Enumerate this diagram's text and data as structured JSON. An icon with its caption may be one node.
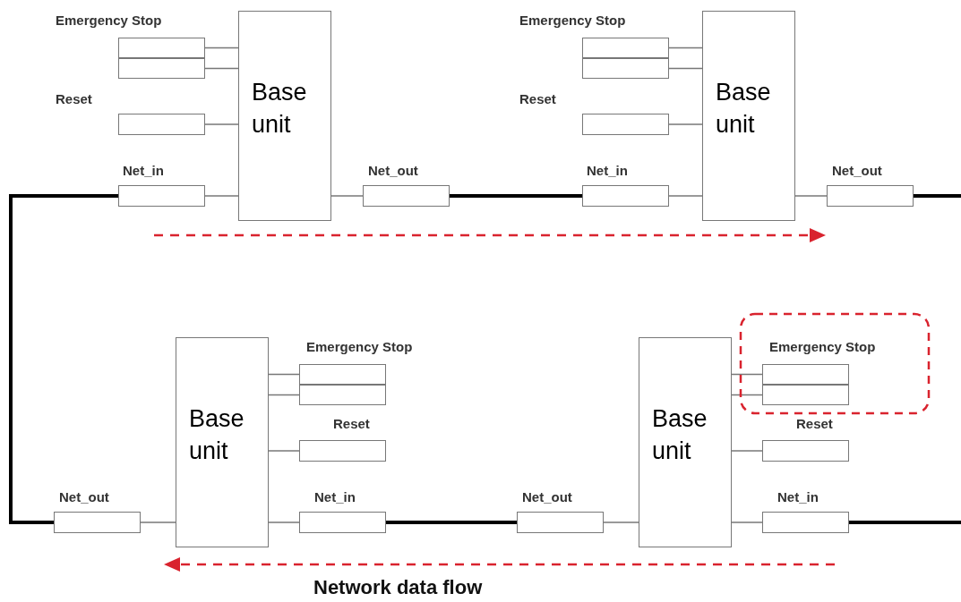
{
  "diagram": {
    "nodes": [
      {
        "text": [
          "Base unit"
        ]
      },
      {
        "text": [
          "Emergency Stop"
        ]
      },
      {
        "text": [
          "Reset"
        ]
      },
      {
        "text": [
          "Net_in"
        ]
      },
      {
        "text": [
          "Net_out"
        ]
      },
      {
        "text": [
          "Base unit"
        ]
      },
      {
        "text": [
          "Emergency Stop"
        ]
      },
      {
        "text": [
          "Reset"
        ]
      },
      {
        "text": [
          "Net_in"
        ]
      },
      {
        "text": [
          "Net_out"
        ]
      },
      {
        "text": [
          "Base unit"
        ]
      },
      {
        "text": [
          "Emergency Stop"
        ]
      },
      {
        "text": [
          "Reset"
        ]
      },
      {
        "text": [
          "Net_in"
        ]
      },
      {
        "text": [
          "Net_out"
        ]
      },
      {
        "text": [
          "Base unit"
        ]
      },
      {
        "text": [
          "Emergency Stop"
        ]
      },
      {
        "text": [
          "Reset"
        ]
      },
      {
        "text": [
          "Net_in"
        ]
      },
      {
        "text": [
          "Net_out"
        ]
      }
    ],
    "edges": [
      {
        "from": 1,
        "to": 0,
        "arrow": "none"
      },
      {
        "from": 1,
        "to": 0,
        "arrow": "none"
      },
      {
        "from": 2,
        "to": 0,
        "arrow": "none"
      },
      {
        "from": 3,
        "to": 0,
        "arrow": "none"
      },
      {
        "from": 0,
        "to": 4,
        "arrow": "none"
      },
      {
        "from": 6,
        "to": 5,
        "arrow": "none"
      },
      {
        "from": 6,
        "to": 5,
        "arrow": "none"
      },
      {
        "from": 7,
        "to": 5,
        "arrow": "none"
      },
      {
        "from": 8,
        "to": 5,
        "arrow": "none"
      },
      {
        "from": 5,
        "to": 9,
        "arrow": "none"
      },
      {
        "from": 11,
        "to": 10,
        "arrow": "none"
      },
      {
        "from": 11,
        "to": 10,
        "arrow": "none"
      },
      {
        "from": 12,
        "to": 10,
        "arrow": "none"
      },
      {
        "from": 13,
        "to": 10,
        "arrow": "none"
      },
      {
        "from": 10,
        "to": 14,
        "arrow": "none"
      },
      {
        "from": 16,
        "to": 15,
        "arrow": "none"
      },
      {
        "from": 16,
        "to": 15,
        "arrow": "none"
      },
      {
        "from": 17,
        "to": 15,
        "arrow": "none"
      },
      {
        "from": 18,
        "to": 15,
        "arrow": "none"
      },
      {
        "from": 15,
        "to": 19,
        "arrow": "none"
      },
      {
        "from": 4,
        "to": 8,
        "arrow": "none",
        "style": "thick",
        "color": "#000000"
      },
      {
        "from": 9,
        "to": null,
        "arrow": "none",
        "style": "thick",
        "color": "#000000"
      },
      {
        "from": null,
        "to": 18,
        "arrow": "none",
        "style": "thick",
        "color": "#000000"
      },
      {
        "from": 19,
        "to": 13,
        "arrow": "none",
        "style": "thick",
        "color": "#000000"
      },
      {
        "from": 14,
        "to": 3,
        "arrow": "none",
        "style": "thick",
        "color": "#000000"
      }
    ],
    "labels": [
      "Network data flow"
    ]
  }
}
